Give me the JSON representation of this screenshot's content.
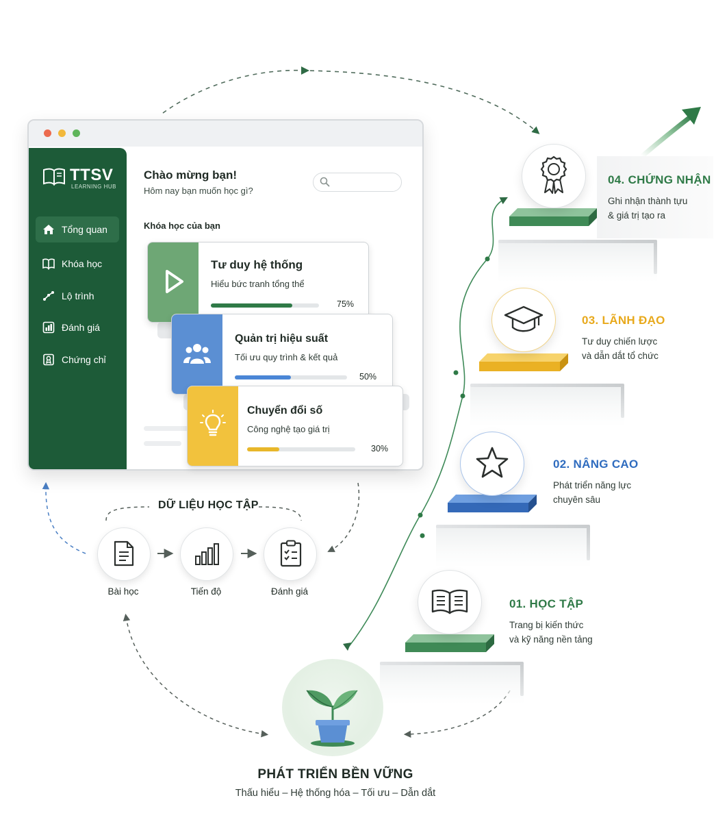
{
  "window": {
    "traffic_lights": [
      "#ec6b4e",
      "#f2b83b",
      "#5fb55b"
    ],
    "brand": {
      "name": "TTSV",
      "tagline": "LEARNING HUB"
    },
    "sidebar": {
      "items": [
        {
          "label": "Tổng quan",
          "icon": "home-icon",
          "active": true
        },
        {
          "label": "Khóa học",
          "icon": "book-icon",
          "active": false
        },
        {
          "label": "Lộ trình",
          "icon": "route-icon",
          "active": false
        },
        {
          "label": "Đánh giá",
          "icon": "chart-icon",
          "active": false
        },
        {
          "label": "Chứng chỉ",
          "icon": "certificate-icon",
          "active": false
        }
      ]
    },
    "header": {
      "greeting": "Chào mừng bạn!",
      "question": "Hôm nay bạn muốn học gì?"
    },
    "search": {
      "placeholder": ""
    },
    "courses_heading": "Khóa học của bạn",
    "courses": [
      {
        "title": "Tư duy hệ thống",
        "subtitle": "Hiểu bức tranh tổng thể",
        "progress_pct": 75,
        "progress_label": "75%",
        "icon": "play-icon",
        "color": "#6ea775"
      },
      {
        "title": "Quản trị hiệu suất",
        "subtitle": "Tối ưu quy trình & kết quả",
        "progress_pct": 50,
        "progress_label": "50%",
        "icon": "team-icon",
        "color": "#5b8fd3"
      },
      {
        "title": "Chuyển đổi số",
        "subtitle": "Công nghệ tạo giá trị",
        "progress_pct": 30,
        "progress_label": "30%",
        "icon": "lightbulb-icon",
        "color": "#f2c23d"
      }
    ]
  },
  "data_flow": {
    "title": "DỮ LIỆU HỌC TẬP",
    "items": [
      {
        "label": "Bài học",
        "icon": "document-icon"
      },
      {
        "label": "Tiến độ",
        "icon": "bar-chart-icon"
      },
      {
        "label": "Đánh giá",
        "icon": "checklist-icon"
      }
    ]
  },
  "steps": [
    {
      "title": "01. HỌC TẬP",
      "line1": "Trang bị kiến thức",
      "line2": "và kỹ năng nền tảng",
      "color": "#2f7a47",
      "icon": "open-book-icon"
    },
    {
      "title": "02. NÂNG CAO",
      "line1": "Phát triển năng lực",
      "line2": "chuyên sâu",
      "color": "#2f6cbf",
      "icon": "star-icon"
    },
    {
      "title": "03. LÃNH ĐẠO",
      "line1": "Tư duy chiến lược",
      "line2": "và dẫn dắt tổ chức",
      "color": "#e8a91c",
      "icon": "graduation-cap-icon"
    },
    {
      "title": "04. CHỨNG NHẬN",
      "line1": "Ghi nhận thành tựu",
      "line2": "& giá trị tạo ra",
      "color": "#2f7a47",
      "icon": "award-ribbon-icon"
    }
  ],
  "bottom": {
    "title": "PHÁT TRIỂN BỀN VỮNG",
    "subtitle": "Thấu hiểu – Hệ thống hóa – Tối ưu – Dẫn dắt",
    "icon": "plant-icon"
  }
}
